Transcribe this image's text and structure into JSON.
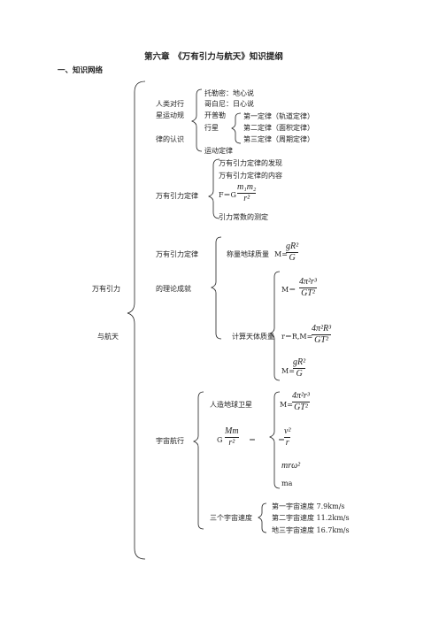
{
  "header": {
    "title": "第六章　《万有引力与航天》知识提纲",
    "section": "一、知识网络"
  },
  "root": {
    "line1": "万有引力",
    "line2": "与航天"
  },
  "branch1": {
    "label_lines": [
      "人类对行",
      "星运动规",
      "律的认识"
    ],
    "items": [
      "托勒密：地心说",
      "哥白尼：日心说",
      "开普勒",
      "行星",
      "运动定律"
    ],
    "kepler_laws": [
      "第一定律（轨道定律）",
      "第二定律（面积定律）",
      "第三定律（周期定律）"
    ]
  },
  "branch2": {
    "label": "万有引力定律",
    "items": [
      "万有引力定律的发现",
      "万有引力定律的内容",
      "引力常数的测定"
    ],
    "formula_prefix": "F＝G",
    "formula_num": "m₁m₂",
    "formula_den": "r²"
  },
  "branch3": {
    "label_lines": [
      "万有引力定律",
      "的理论成就"
    ],
    "earth_mass_label": "称量地球质量",
    "earth_mass_prefix": "M=",
    "earth_mass_num": "gR²",
    "earth_mass_den": "G",
    "celestial_label": "计算天体质量",
    "c1_prefix": "M＝",
    "c1_num": "4π²r³",
    "c1_den": "GT²",
    "c2_prefix": "r＝R,M=",
    "c2_num": "4π²R³",
    "c2_den": "GT²",
    "c3_prefix": "M=",
    "c3_num": "gR²",
    "c3_den": "G"
  },
  "branch4": {
    "label": "宇宙航行",
    "satellite_label": "人造地球卫星",
    "sat_prefix": "M=",
    "sat_num": "4π²r³",
    "sat_den": "GT²",
    "g_prefix": "G",
    "g_num": "Mm",
    "g_den": "r²",
    "g_eq": "＝",
    "v_prefix": "＝",
    "v_num": "v²",
    "v_den": "r",
    "omega": "mrω²",
    "ma": "ma",
    "cosmic_label": "三个宇宙速度",
    "cosmic": [
      "第一宇宙速度 7.9km/s",
      "第二宇宙速度 11.2km/s",
      "地三宇宙速度 16.7km/s"
    ]
  }
}
